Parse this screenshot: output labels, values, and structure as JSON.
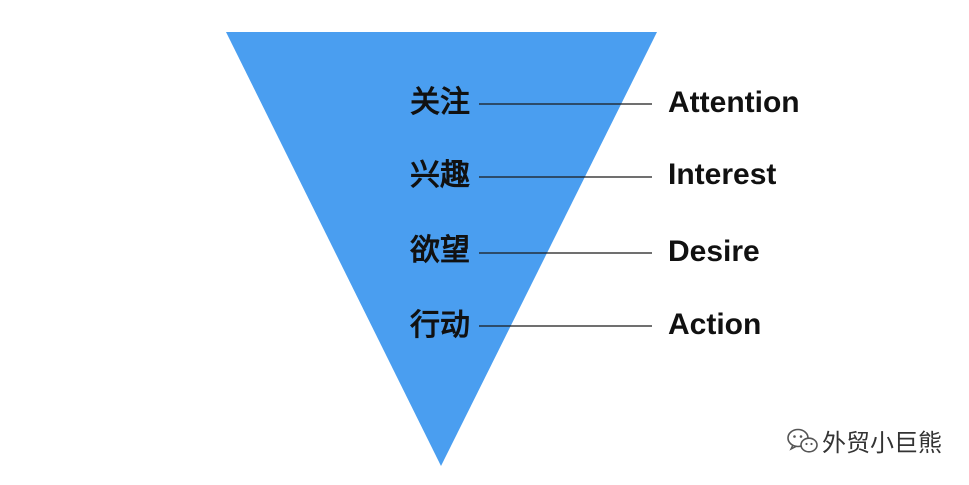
{
  "funnel": {
    "color": "#4a9ef0",
    "stages": [
      {
        "cn": "关注",
        "en": "Attention"
      },
      {
        "cn": "兴趣",
        "en": "Interest"
      },
      {
        "cn": "欲望",
        "en": "Desire"
      },
      {
        "cn": "行动",
        "en": "Action"
      }
    ]
  },
  "watermark": {
    "text": "外贸小巨熊",
    "icon": "wechat-icon"
  }
}
